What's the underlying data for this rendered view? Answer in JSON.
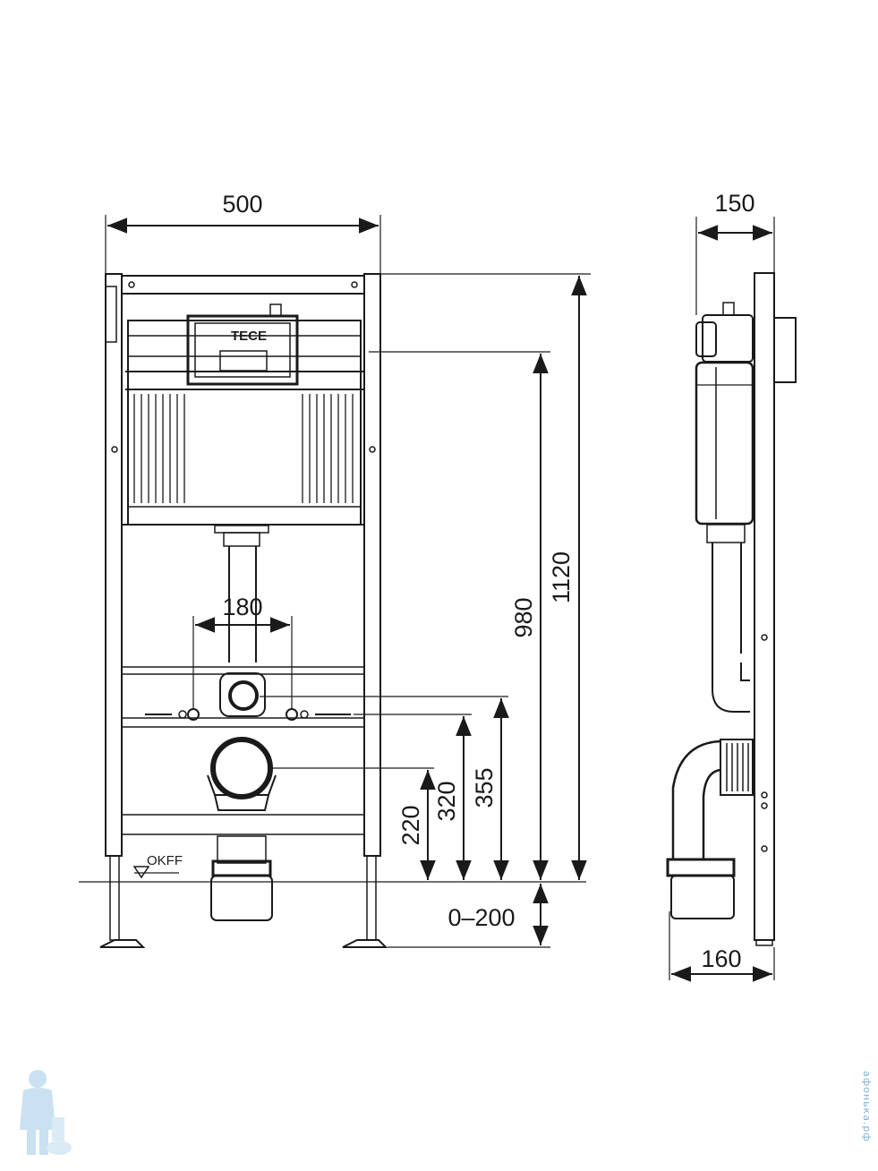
{
  "dimensions": {
    "width_front": "500",
    "depth_side": "150",
    "height_total": "1120",
    "height_actuator": "980",
    "spacing_bolts": "180",
    "height_inlet": "355",
    "height_bolts": "320",
    "height_outlet": "220",
    "leg_adjust": "0–200",
    "depth_outlet": "160"
  },
  "labels": {
    "floor_level": "OKFF",
    "brand_plate": "TECE"
  },
  "watermark": {
    "text": "афонька.рф"
  }
}
